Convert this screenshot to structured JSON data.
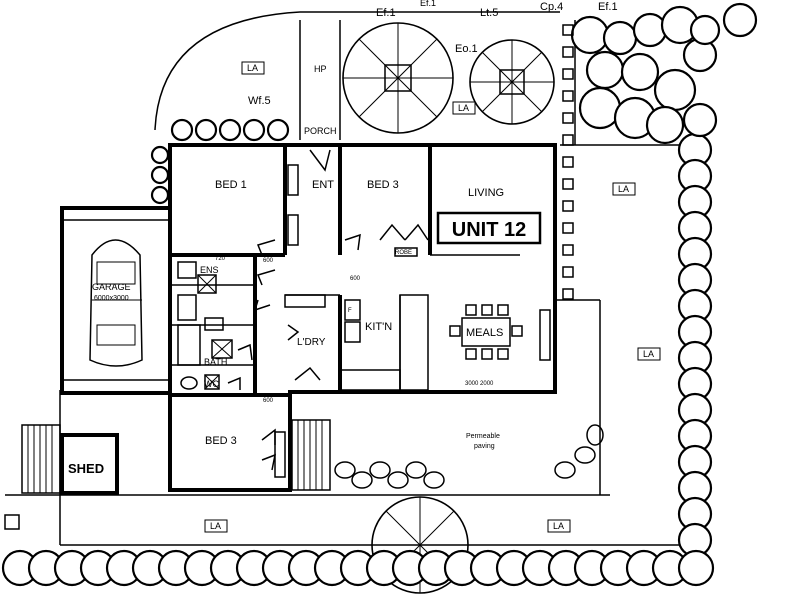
{
  "title": "UNIT 12",
  "rooms": {
    "bed1": "BED 1",
    "bed3_top": "BED 3",
    "bed3_bottom": "BED 3",
    "living": "LIVING",
    "ent": "ENT",
    "kitchen": "KIT'N",
    "meals": "MEALS",
    "ens": "ENS",
    "bath": "BATH",
    "wc": "WC",
    "ldry": "L'DRY",
    "porch": "PORCH",
    "hp": "HP",
    "garage": "GARAGE",
    "garage_dims": "6000x3000",
    "shed": "SHED",
    "paving_line1": "Permeable",
    "paving_line2": "paving"
  },
  "landscape_label": "LA",
  "plant_codes": {
    "ef1_left": "Ef.1",
    "ef1_top": "Ef.1",
    "ef1_right": "Ef.1",
    "eo1": "Eo.1",
    "lt5": "Lt.5",
    "cp4": "Cp.4",
    "wf5": "Wf.5"
  },
  "small_marks": {
    "robe": "ROBE",
    "window_1": "720",
    "window_2": "600",
    "window_3": "600",
    "window_4": "600",
    "meals_dim": "3000 2000",
    "ldry_w": "F"
  },
  "colors": {
    "ink": "#000000",
    "paper": "#ffffff"
  }
}
